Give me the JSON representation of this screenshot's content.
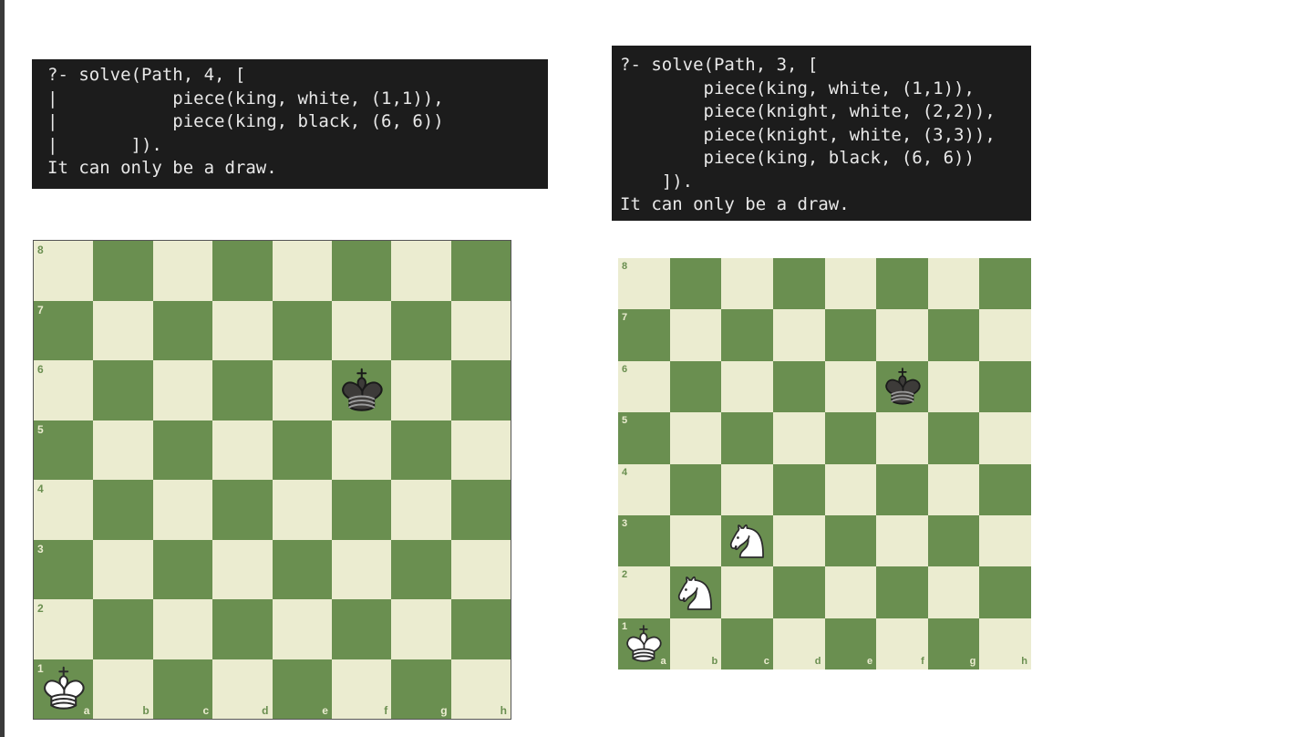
{
  "terminals": [
    {
      "lines": [
        "?- solve(Path, 4, [",
        "|           piece(king, white, (1,1)),",
        "|           piece(king, black, (6, 6))",
        "|       ]).",
        "It can only be a draw."
      ]
    },
    {
      "lines": [
        "?- solve(Path, 3, [",
        "        piece(king, white, (1,1)),",
        "        piece(knight, white, (2,2)),",
        "        piece(knight, white, (3,3)),",
        "        piece(king, black, (6, 6))",
        "    ]).",
        "It can only be a draw."
      ]
    }
  ],
  "boards": [
    {
      "colors": {
        "light": "#ebecd0",
        "dark": "#6a8f50"
      },
      "files": [
        "a",
        "b",
        "c",
        "d",
        "e",
        "f",
        "g",
        "h"
      ],
      "ranks": [
        "8",
        "7",
        "6",
        "5",
        "4",
        "3",
        "2",
        "1"
      ],
      "pieces": [
        {
          "type": "king",
          "color": "white",
          "square": "a1",
          "icon": "white-king-icon"
        },
        {
          "type": "king",
          "color": "black",
          "square": "f6",
          "icon": "black-king-icon"
        }
      ]
    },
    {
      "colors": {
        "light": "#ebecd0",
        "dark": "#6a8f50"
      },
      "files": [
        "a",
        "b",
        "c",
        "d",
        "e",
        "f",
        "g",
        "h"
      ],
      "ranks": [
        "8",
        "7",
        "6",
        "5",
        "4",
        "3",
        "2",
        "1"
      ],
      "pieces": [
        {
          "type": "king",
          "color": "white",
          "square": "a1",
          "icon": "white-king-icon"
        },
        {
          "type": "knight",
          "color": "white",
          "square": "b2",
          "icon": "white-knight-icon"
        },
        {
          "type": "knight",
          "color": "white",
          "square": "c3",
          "icon": "white-knight-icon"
        },
        {
          "type": "king",
          "color": "black",
          "square": "f6",
          "icon": "black-king-icon"
        }
      ]
    }
  ]
}
